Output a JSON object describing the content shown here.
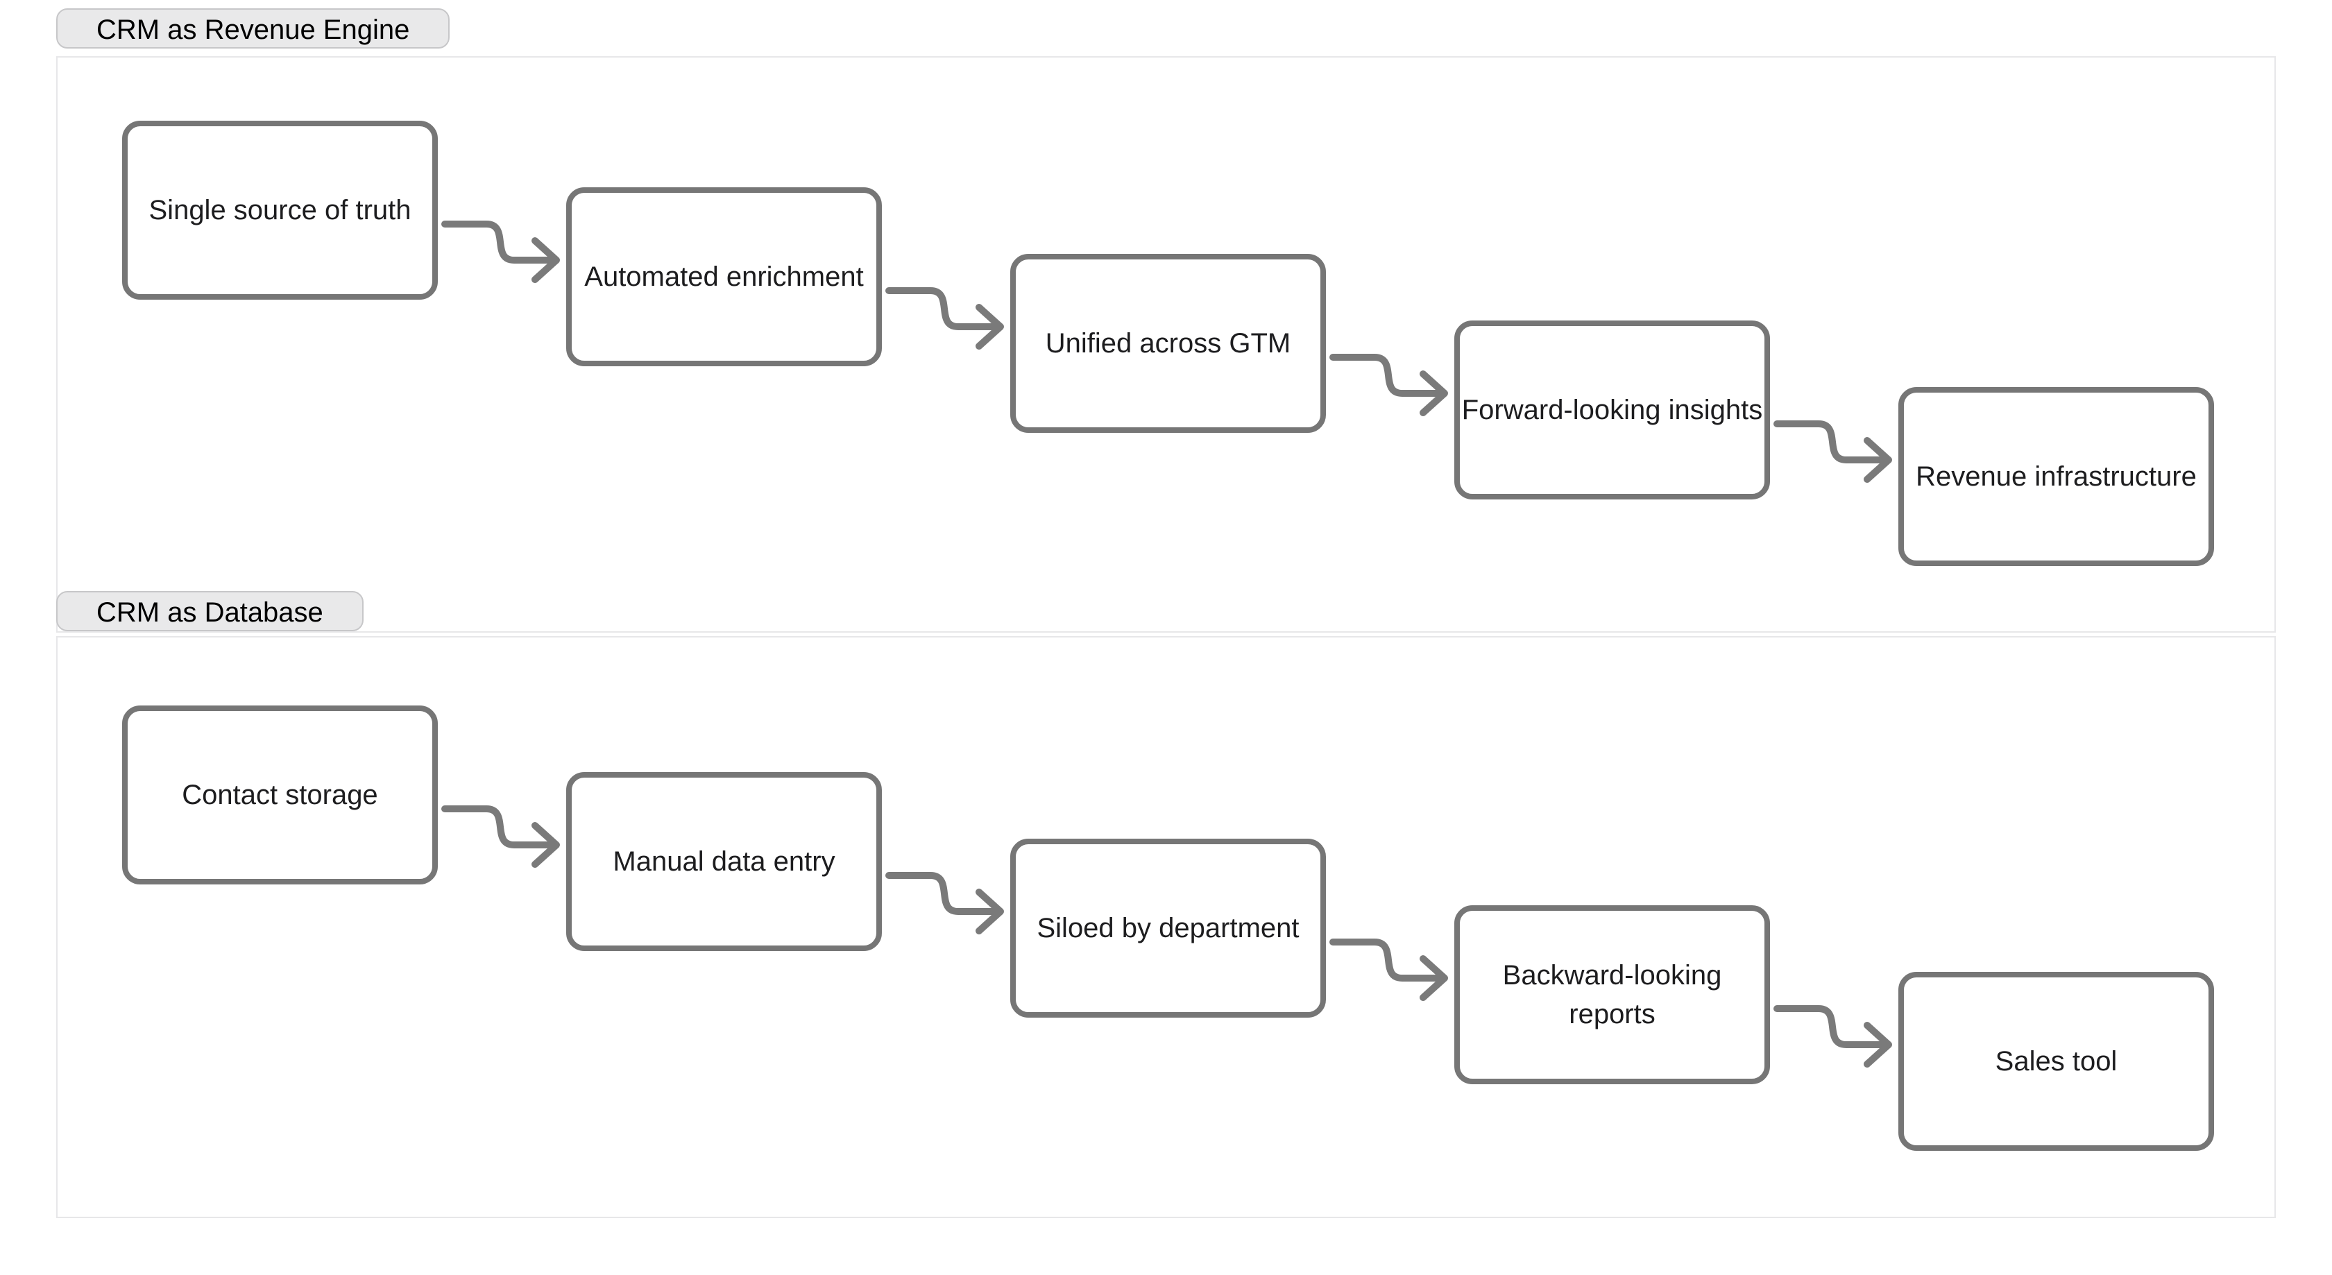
{
  "sections": [
    {
      "label": "CRM as Revenue Engine",
      "nodes": [
        {
          "label": "Single source of truth"
        },
        {
          "label": "Automated enrichment"
        },
        {
          "label": "Unified across GTM"
        },
        {
          "label": "Forward-looking insights"
        },
        {
          "label": "Revenue infrastructure"
        }
      ]
    },
    {
      "label": "CRM as Database",
      "nodes": [
        {
          "label": "Contact storage"
        },
        {
          "label": "Manual data entry"
        },
        {
          "label": "Siloed by department"
        },
        {
          "label": "Backward-looking reports",
          "wrap": true
        },
        {
          "label": "Sales tool"
        }
      ]
    }
  ],
  "colors": {
    "node_border": "#767676",
    "edge": "#7a7a7a",
    "text": "#1d1d1f",
    "pill_bg": "#e9e9ea",
    "pill_border": "#c7c7c9",
    "section_border": "#e7e7e9"
  }
}
